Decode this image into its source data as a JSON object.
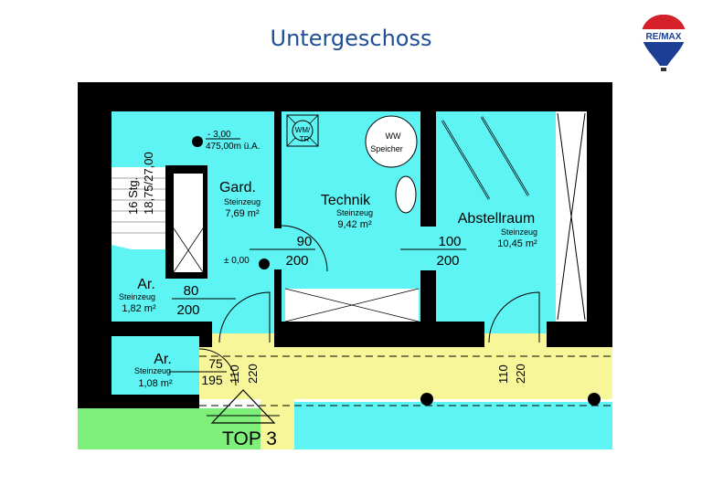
{
  "title": "Untergeschoss",
  "logo": {
    "text": "RE/MAX",
    "colors": {
      "red": "#d6212b",
      "blue": "#1c3f94"
    }
  },
  "colors": {
    "room": "#5ff4f4",
    "corridor": "#f7f79a",
    "garden": "#7ef07a",
    "wall": "#000000"
  },
  "level": {
    "top": "- 3,00",
    "bottom": "475,00m ü.A.",
    "floor": "± 0,00"
  },
  "stairs": {
    "steps": "16 Stg.",
    "dims": "18,75/27,00"
  },
  "fixtures": {
    "washer": "WM/\nTR",
    "washer_l1": "WM/",
    "washer_l2": "TR",
    "tank_l1": "WW",
    "tank_l2": "Speicher"
  },
  "rooms": [
    {
      "name": "Gard.",
      "floor": "Steinzeug",
      "area": "7,69 m²"
    },
    {
      "name": "Technik",
      "floor": "Steinzeug",
      "area": "9,42 m²"
    },
    {
      "name": "Abstellraum",
      "floor": "Steinzeug",
      "area": "10,45 m²"
    },
    {
      "name": "Ar.",
      "floor": "Steinzeug",
      "area": "1,82 m²"
    },
    {
      "name": "Ar.",
      "floor": "Steinzeug",
      "area": "1,08 m²"
    }
  ],
  "doors": [
    {
      "w": "90",
      "h": "200"
    },
    {
      "w": "100",
      "h": "200"
    },
    {
      "w": "80",
      "h": "200"
    },
    {
      "w": "75",
      "h": "195"
    },
    {
      "w": "110",
      "h": "220"
    },
    {
      "w": "110",
      "h": "220"
    }
  ],
  "unit_label": "TOP 3"
}
